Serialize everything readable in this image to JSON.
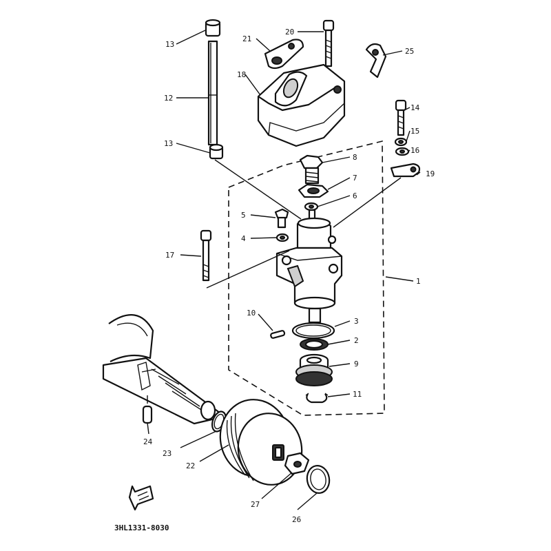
{
  "callouts": {
    "c1": "1",
    "c2": "2",
    "c3": "3",
    "c4": "4",
    "c5": "5",
    "c6": "6",
    "c7": "7",
    "c8": "8",
    "c9": "9",
    "c10": "10",
    "c11": "11",
    "c12": "12",
    "c13a": "13",
    "c13b": "13",
    "c14": "14",
    "c15": "15",
    "c16": "16",
    "c17": "17",
    "c18": "18",
    "c19": "19",
    "c20": "20",
    "c21": "21",
    "c22": "22",
    "c23": "23",
    "c24": "24",
    "c25": "25",
    "c26": "26",
    "c27": "27"
  },
  "diagram_code": "3HL1331-8030",
  "front_arrow_icon": "front-direction-arrow-icon"
}
